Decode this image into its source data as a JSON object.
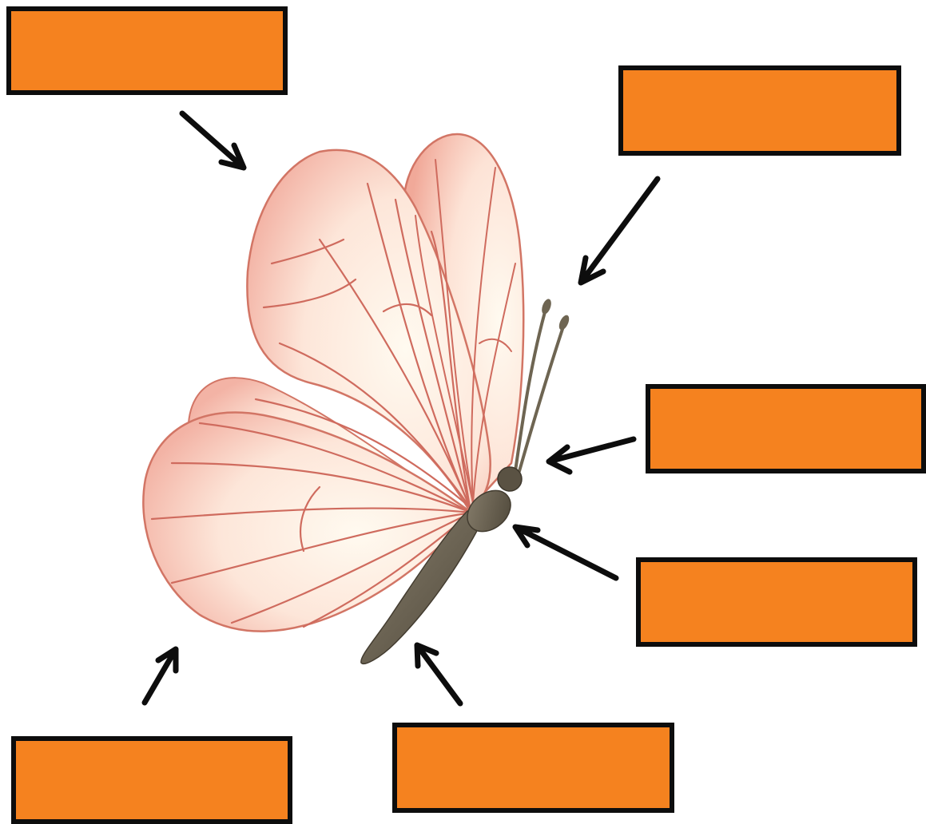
{
  "diagram": {
    "subject": "butterfly",
    "colors": {
      "label_fill": "#f5821f",
      "label_border": "#0d0d0d",
      "arrow": "#0d0d0d",
      "wing_vein": "#cf6b5e",
      "wing_fill": "#fdf1e6",
      "body": "#6b6354"
    },
    "labels": [
      {
        "id": "top-left",
        "text": ""
      },
      {
        "id": "top-right",
        "text": ""
      },
      {
        "id": "mid-right",
        "text": ""
      },
      {
        "id": "lower-right",
        "text": ""
      },
      {
        "id": "bottom-center",
        "text": ""
      },
      {
        "id": "bottom-left",
        "text": ""
      }
    ]
  }
}
